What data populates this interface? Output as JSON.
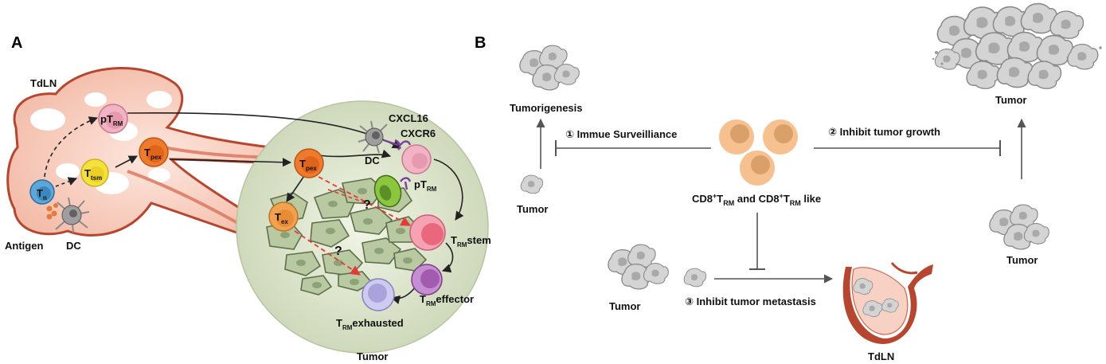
{
  "panel_a": {
    "letter": "A",
    "lymph_node_label": "TdLN",
    "antigen_label": "Antigen",
    "dc_label_node": "DC",
    "dc_label_tumor": "DC",
    "tumor_label": "Tumor",
    "chemokine_label": "CXCL16",
    "receptor_label": "CXCR6",
    "question_mark": "?",
    "cells": {
      "tn": {
        "main": "T",
        "sub": "n"
      },
      "ttsm": {
        "main": "T",
        "sub": "tsm"
      },
      "tpex_node": {
        "main": "T",
        "sub": "pex"
      },
      "ptrm_node": {
        "pre": "pT",
        "sub": "RM"
      },
      "tpex_tumor": {
        "main": "T",
        "sub": "pex"
      },
      "tex": {
        "main": "T",
        "sub": "ex"
      },
      "ptrm_tumor": {
        "pre": "pT",
        "sub": "RM"
      },
      "trm_stem": {
        "main": "T",
        "sub": "RM",
        "suffix": "stem"
      },
      "trm_effector": {
        "main": "T",
        "sub": "RM",
        "suffix": "effector"
      },
      "trm_exhausted": {
        "main": "T",
        "sub": "RM",
        "suffix": "exhausted"
      }
    },
    "colors": {
      "node_fill": "#f7d2c4",
      "node_edge": "#b8462f",
      "tumor_fill": "#dfe6cf",
      "tumor_cell": "#b9c9a2",
      "tpex": "#f07a2b",
      "ttsm": "#f4e13a",
      "tn": "#5aa7d8",
      "ptrm": "#f2b3c4",
      "trm_stem": "#e9687e",
      "trm_effector": "#a35bb0",
      "trm_exhausted": "#a9a3dd",
      "arrow_red": "#e53935"
    }
  },
  "panel_b": {
    "letter": "B",
    "tumorigenesis_label": "Tumorigenesis",
    "tumor_left_label": "Tumor",
    "tumor_bottom_label": "Tumor",
    "tumor_right_top_label": "Tumor",
    "tumor_right_bottom_label": "Tumor",
    "tdln_label": "TdLN",
    "mechanism_1": "① Immue Surveilliance",
    "mechanism_2": "② Inhibit tumor growth",
    "mechanism_3": "③ Inhibit tumor metastasis",
    "center_label": {
      "p1": "CD8",
      "sup1": "+",
      "t1": "T",
      "sub1": "RM",
      "mid": " and CD8",
      "sup2": "+",
      "t2": "T",
      "sub2": "RM",
      "end": " like"
    },
    "colors": {
      "trm_cell": "#f6c08f",
      "trm_nucleus": "#d9a06a",
      "tumor_gray": "#c8c8c8",
      "arrow": "#555555"
    }
  }
}
